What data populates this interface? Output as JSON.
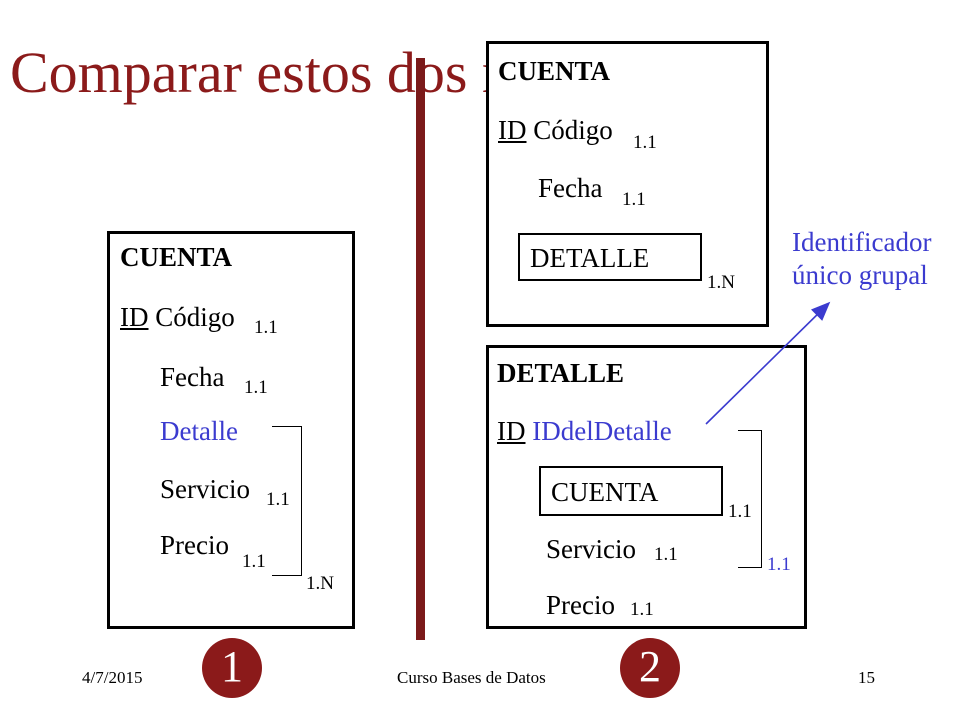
{
  "title": "Comparar estos dos modelos:",
  "model1": {
    "heading": "CUENTA",
    "id_label": "ID",
    "id_attr": "Código",
    "id_card": "1.1",
    "fecha": "Fecha",
    "fecha_card": "1.1",
    "group": "Detalle",
    "servicio": "Servicio",
    "servicio_card": "1.1",
    "precio": "Precio",
    "precio_card": "1.1",
    "group_card": "1.N"
  },
  "model2_cuenta": {
    "heading": "CUENTA",
    "id_label": "ID",
    "id_attr": "Código",
    "id_card": "1.1",
    "fecha": "Fecha",
    "fecha_card": "1.1",
    "detalle_ref": "DETALLE",
    "detalle_card": "1.N"
  },
  "model2_detalle": {
    "heading": "DETALLE",
    "id_label": "ID",
    "id_attr": "IDdelDetalle",
    "cuenta_ref": "CUENTA",
    "cuenta_card": "1.1",
    "servicio": "Servicio",
    "servicio_card": "1.1",
    "precio": "Precio",
    "precio_card": "1.1",
    "group_card": "1.1"
  },
  "annotation": {
    "line1": "Identificador",
    "line2": "único grupal"
  },
  "badges": {
    "one": "1",
    "two": "2"
  },
  "footer": {
    "date": "4/7/2015",
    "course": "Curso Bases de Datos",
    "page": "15"
  },
  "colors": {
    "title": "#8b1a1a",
    "accent_blue": "#3b3bcf",
    "badge": "#8b1a1a"
  }
}
